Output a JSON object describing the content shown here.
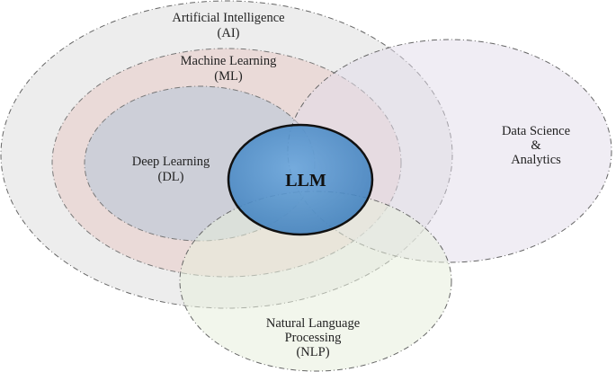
{
  "diagram": {
    "circles": {
      "ai": {
        "line1": "Artificial Intelligence",
        "line2": "(AI)",
        "fill": "#dcdcdc"
      },
      "ml": {
        "line1": "Machine Learning",
        "line2": "(ML)",
        "fill": "#e8cfcc"
      },
      "dl": {
        "line1": "Deep Learning",
        "line2": "(DL)",
        "fill": "#c6ccd8"
      },
      "ds": {
        "line1": "Data Science",
        "line2": "&",
        "line3": "Analytics",
        "fill": "#e2dcea"
      },
      "nlp": {
        "line1": "Natural Language",
        "line2": "Processing",
        "line3": "(NLP)",
        "fill": "#e8eedc"
      },
      "llm": {
        "label": "LLM",
        "fill": "#4f8fc8",
        "stroke": "#111111"
      }
    },
    "outline_color": "#666666"
  }
}
